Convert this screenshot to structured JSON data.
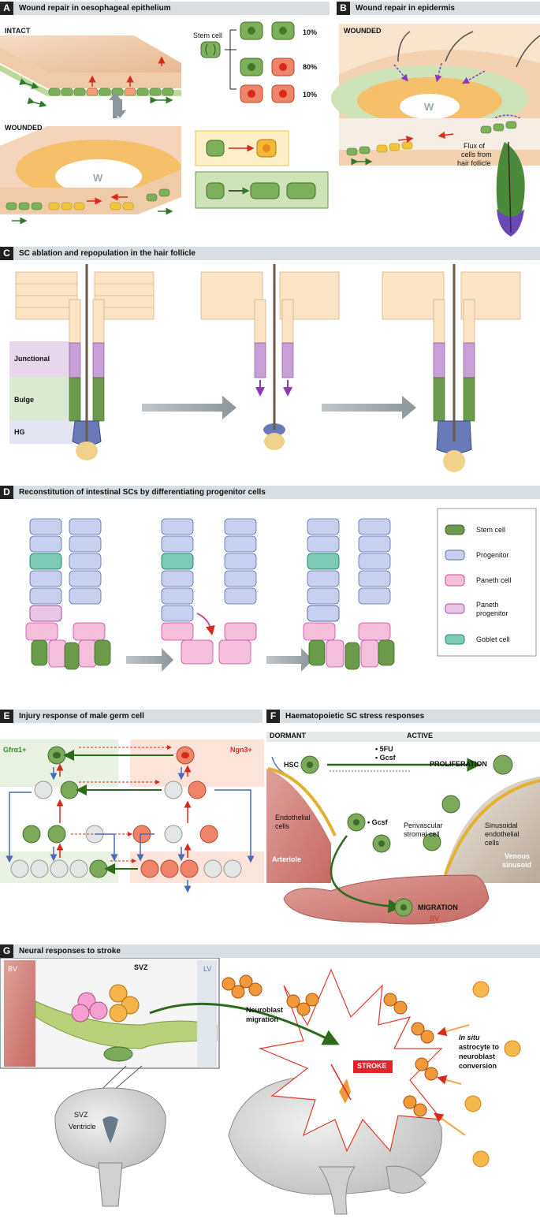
{
  "panels": {
    "a": {
      "letter": "A",
      "title": "Wound repair in oesophageal epithelium",
      "intact": "INTACT",
      "wounded": "WOUNDED",
      "stem_cell": "Stem cell",
      "pct_top": "10%",
      "pct_mid": "80%",
      "pct_bot": "10%",
      "w": "W"
    },
    "b": {
      "letter": "B",
      "title": "Wound repair in epidermis",
      "wounded": "WOUNDED",
      "w": "W",
      "flux1": "Flux of",
      "flux2": "cells from",
      "flux3": "hair follicle"
    },
    "c": {
      "letter": "C",
      "title": "SC ablation and repopulation in the hair follicle",
      "junctional": "Junctional",
      "bulge": "Bulge",
      "hg": "HG"
    },
    "d": {
      "letter": "D",
      "title": "Reconstitution of intestinal SCs by differentiating progenitor cells",
      "legend": [
        "Stem cell",
        "Progenitor",
        "Paneth cell",
        "Paneth",
        "progenitor",
        "Goblet cell"
      ]
    },
    "e": {
      "letter": "E",
      "title": "Injury response of male germ cell",
      "gfra": "Gfrα1+",
      "ngn": "Ngn3+"
    },
    "f": {
      "letter": "F",
      "title": "Haematopoietic SC stress responses",
      "dormant": "DORMANT",
      "active": "ACTIVE",
      "hsc": "HSC",
      "fu": "• 5FU",
      "gcsf_top": "• Gcsf",
      "proliferation": "PROLIFERATION",
      "gcsf": "• Gcsf",
      "endo1": "Endothelial",
      "endo2": "cells",
      "peri1": "Perivascular",
      "peri2": "stromal cell",
      "sin1": "Sinusoidal",
      "sin2": "endothelial",
      "sin3": "cells",
      "arteriole": "Arteriole",
      "venous1": "Venous",
      "venous2": "sinusoid",
      "migration": "MIGRATION",
      "bv": "BV"
    },
    "g": {
      "letter": "G",
      "title": "Neural responses to stroke",
      "bv": "BV",
      "svz": "SVZ",
      "lv": "LV",
      "nm1": "Neuroblast",
      "nm2": "migration",
      "insitu": "In situ",
      "ast1": "astrocyte to",
      "ast2": "neuroblast",
      "ast3": "conversion",
      "stroke": "STROKE",
      "svz2": "SVZ",
      "ventricle": "Ventricle"
    }
  },
  "colors": {
    "stem": "#5a9a4a",
    "progenitor": "#8b9fd1",
    "paneth": "#e58ac4",
    "goblet": "#3fb39a",
    "red": "#e2422a",
    "orange": "#f29a3a",
    "purple": "#9b6cc4"
  }
}
